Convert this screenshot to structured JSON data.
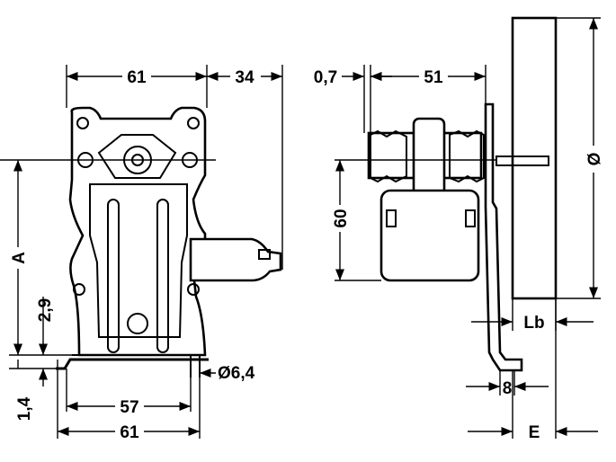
{
  "front_view": {
    "dims": {
      "width_top": "61",
      "offset_top": "34",
      "height_A": "A",
      "dim_2_9": "2,9",
      "dim_1_4": "1,4",
      "hole_spacing": "57",
      "width_bottom": "61",
      "hole_diameter": "Ø6,4"
    }
  },
  "side_view": {
    "dims": {
      "dim_0_7": "0,7",
      "depth_51": "51",
      "height_60": "60",
      "diameter": "Ø",
      "Lb": "Lb",
      "foot_8": "8",
      "E": "E"
    }
  }
}
